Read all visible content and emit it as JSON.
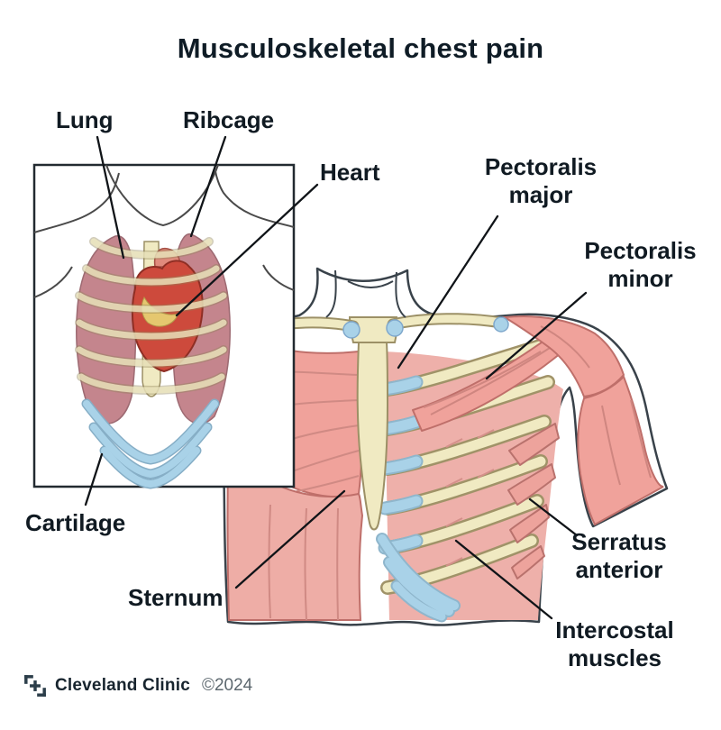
{
  "title": "Musculoskeletal chest pain",
  "labels": {
    "lung": "Lung",
    "ribcage": "Ribcage",
    "heart": "Heart",
    "pectoralis_major": "Pectoralis\nmajor",
    "pectoralis_minor": "Pectoralis\nminor",
    "cartilage": "Cartilage",
    "sternum": "Sternum",
    "serratus_anterior": "Serratus\nanterior",
    "intercostal_muscles": "Intercostal\nmuscles"
  },
  "footer": {
    "brand": "Cleveland Clinic",
    "copyright": "©2024"
  },
  "colors": {
    "muscle": "#f0a29b",
    "muscle_deep": "#eeb0aa",
    "bone": "#f0eac2",
    "cartilage": "#a9d2e8",
    "heart": "#cd4a3c",
    "lung": "#c4858d",
    "outline": "#39424a",
    "text": "#101a22"
  }
}
